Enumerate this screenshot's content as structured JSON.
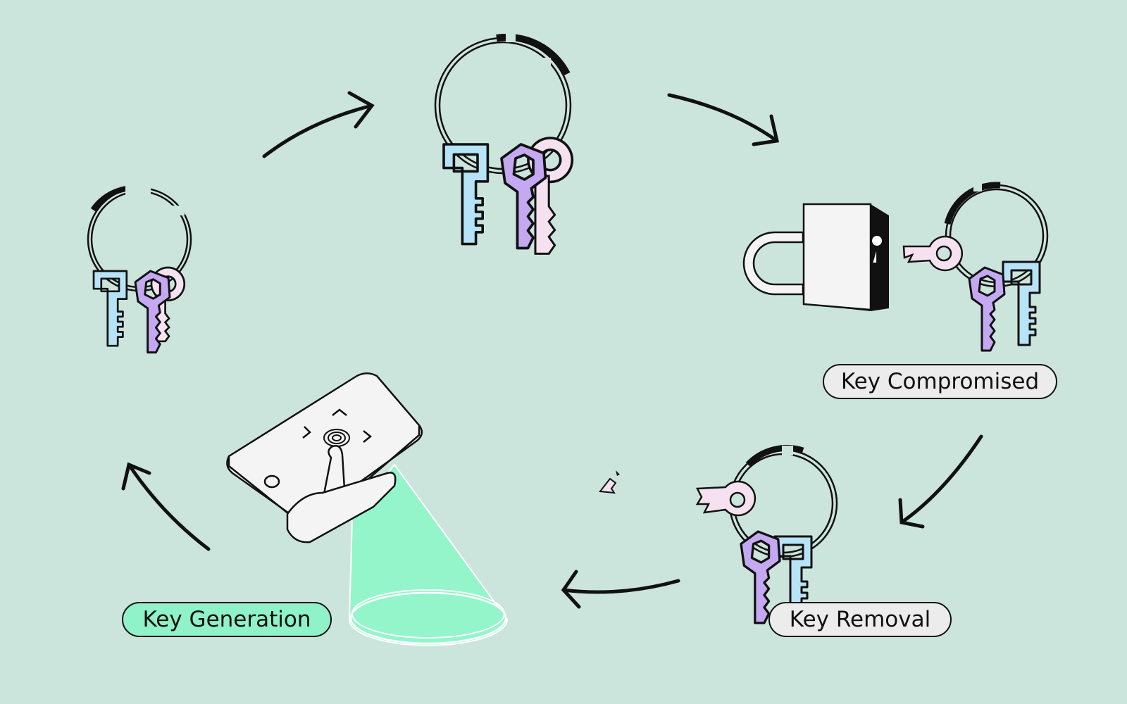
{
  "labels": {
    "generation": "Key Generation",
    "compromised": "Key Compromised",
    "removal": "Key Removal"
  },
  "colors": {
    "background": "#cce5dc",
    "ink": "#111111",
    "key_blue": "#b7e3f7",
    "key_purple": "#c4a8f2",
    "key_pink": "#f6e1f0",
    "beam_green": "#94f5cb",
    "pill_green": "#8ff2c8",
    "pill_gray": "#ececec"
  },
  "icons": {
    "generation": "fingerprint-card-icon",
    "keyring": "keyring-icon",
    "compromised": "padlock-with-broken-key-icon",
    "removal": "keyring-missing-key-icon"
  }
}
